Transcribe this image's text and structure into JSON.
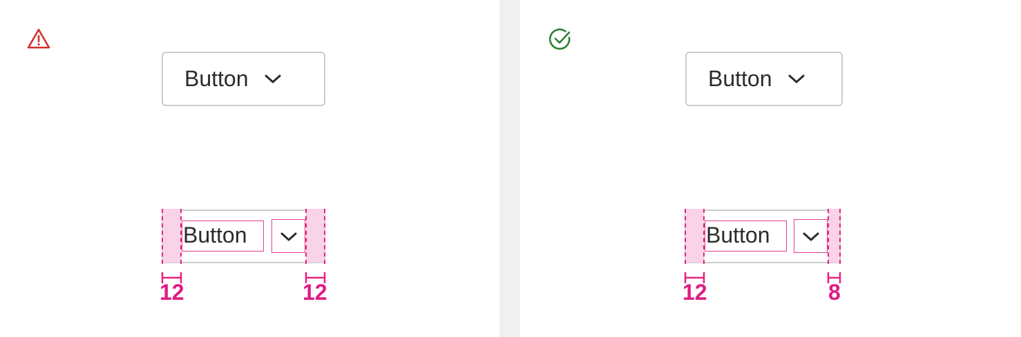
{
  "left": {
    "status": "warning-icon",
    "button_label": "Button",
    "annotated_label": "Button",
    "left_padding": "12",
    "right_padding": "12"
  },
  "right": {
    "status": "check-circle-icon",
    "button_label": "Button",
    "annotated_label": "Button",
    "left_padding": "12",
    "right_padding": "8"
  },
  "colors": {
    "warning": "#d32f2f",
    "success": "#2e7d32",
    "guide": "#e8207f",
    "padding_fill": "#f9d3e8",
    "border": "#c6cdcd",
    "text": "#2b2b2b"
  }
}
